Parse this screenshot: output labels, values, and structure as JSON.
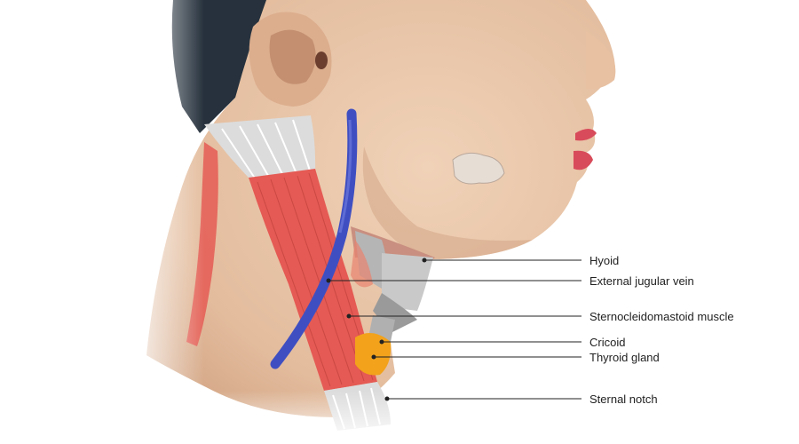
{
  "labels": {
    "hyoid": "Hyoid",
    "external_jugular_vein": "External jugular vein",
    "sternocleidomastoid_muscle": "Sternocleidomastoid muscle",
    "cricoid": "Cricoid",
    "thyroid_gland": "Thyroid gland",
    "sternal_notch": "Sternal notch"
  },
  "colors": {
    "skin": "#e7c3a6",
    "skin_shadow": "#c99a7a",
    "hair": "#26313d",
    "muscle": "#e55a54",
    "tendon": "#dcdcdc",
    "vein": "#3f4fc2",
    "thyroid": "#f2a21b",
    "cartilage": "#a8a8a8",
    "lips": "#d84b5a",
    "leader": "#222222"
  }
}
